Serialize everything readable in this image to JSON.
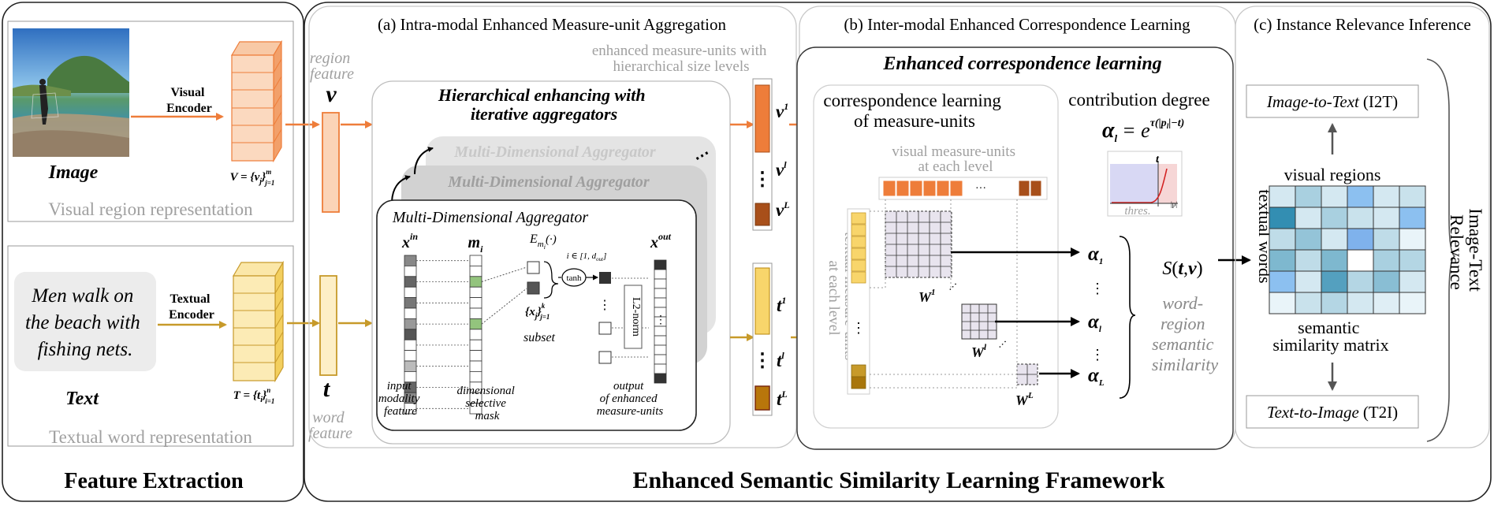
{
  "colors": {
    "visual_orange": "#ee7d3a",
    "visual_dark": "#a84f1a",
    "text_yellow": "#f8d56b",
    "text_dark": "#b8860b",
    "arrow_orange": "#ee7d3a",
    "arrow_gold": "#c79a2a",
    "matrix_blue": "#2a90b8",
    "matrix_light": "#b7dcf0"
  },
  "feature_extraction": {
    "title": "Feature Extraction",
    "image_label": "Image",
    "visual_encoder": "Visual Encoder",
    "visual_formula": "V = {v_j}_{j=1}^m",
    "visual_caption": "Visual region representation",
    "text_sample": [
      "Men walk on",
      "the beach with",
      "fishing nets."
    ],
    "text_label": "Text",
    "textual_encoder": "Textual Encoder",
    "text_formula": "T = {t_i}_{i=1}^n",
    "text_caption": "Textual word representation",
    "region_feature": [
      "region",
      "feature"
    ],
    "word_feature": [
      "word",
      "feature"
    ],
    "v_symbol": "v",
    "t_symbol": "t"
  },
  "framework_title": "Enhanced Semantic Similarity Learning Framework",
  "panel_a": {
    "title": "(a) Intra-modal Enhanced Measure-unit Aggregation",
    "enhanced_note": [
      "enhanced measure-units with",
      "hierarchical size levels"
    ],
    "hier_title": [
      "Hierarchical enhancing with",
      "iterative aggregators"
    ],
    "aggregator_label": "Multi-Dimensional Aggregator",
    "x_in": "x",
    "x_in_sup": "in",
    "m_i": "m",
    "m_i_sub": "i",
    "e_func": "E",
    "e_sub": "m",
    "e_sub2": "i",
    "e_arg": "(·)",
    "range": "i ∈ [1, d",
    "range_sub": "out",
    "tanh": "tanh",
    "x_out": "x",
    "x_out_sup": "out",
    "subset_set": "{x",
    "subset_sub": "j",
    "subset_sup": "k",
    "subset_tail": "j=1",
    "subset": "subset",
    "l2norm": "L2-norm",
    "cap_input": [
      "input",
      "modality",
      "feature"
    ],
    "cap_mask": [
      "dimensional",
      "selective",
      "mask"
    ],
    "cap_output": [
      "output",
      "of enhanced",
      "measure-units"
    ],
    "v_levels": [
      "v",
      "v",
      "v"
    ],
    "v_sups": [
      "1",
      "l",
      "L"
    ],
    "t_levels": [
      "t",
      "t",
      "t"
    ],
    "t_sups": [
      "1",
      "l",
      "L"
    ],
    "dots": "⋮"
  },
  "panel_b": {
    "title": "(b) Inter-modal Enhanced Correspondence Learning",
    "subtitle": "Enhanced correspondence learning",
    "corr_title": [
      "correspondence learning",
      "of measure-units"
    ],
    "visual_units": [
      "visual measure-units",
      "at each level"
    ],
    "textual_units": [
      "textual measure-units",
      "at each level"
    ],
    "contrib_title": "contribution degree",
    "contrib_formula_lhs": "α",
    "contrib_formula_lhs_sub": "l",
    "contrib_formula_rhs": "= e",
    "contrib_formula_exp": "τ(|p",
    "contrib_formula_exp_sub": "l",
    "contrib_formula_exp_tail": "|−t)",
    "plot_t": "t",
    "plot_thres": "thres.",
    "plot_p": "|p|",
    "w_label": "W",
    "w_sups": [
      "1",
      "l",
      "L"
    ],
    "alpha": "α",
    "alpha_subs": [
      "1",
      "l",
      "L"
    ],
    "ellipsis": "···",
    "s_formula": "S(t,v)",
    "similarity": [
      "word-",
      "region",
      "semantic",
      "similarity"
    ]
  },
  "panel_c": {
    "title": "(c) Instance Relevance Inference",
    "i2t": "Image-to-Text",
    "i2t_tag": "(I2T)",
    "t2i": "Text-to-Image",
    "t2i_tag": "(T2I)",
    "visual_regions": "visual regions",
    "textual_words": "textual words",
    "matrix_caption": [
      "semantic",
      "similarity matrix"
    ],
    "relevance": [
      "Image-Text",
      "Relevance"
    ],
    "matrix": [
      [
        0.15,
        0.35,
        0.15,
        0.55,
        0.15,
        0.2
      ],
      [
        0.9,
        0.15,
        0.35,
        0.2,
        0.15,
        0.45
      ],
      [
        0.25,
        0.45,
        0.15,
        0.3,
        0.25,
        0.05
      ],
      [
        0.55,
        0.25,
        0.55,
        0.0,
        0.35,
        0.3
      ],
      [
        0.45,
        0.15,
        0.75,
        0.3,
        0.5,
        0.15
      ],
      [
        0.05,
        0.2,
        0.3,
        0.15,
        0.1,
        0.05
      ]
    ]
  }
}
